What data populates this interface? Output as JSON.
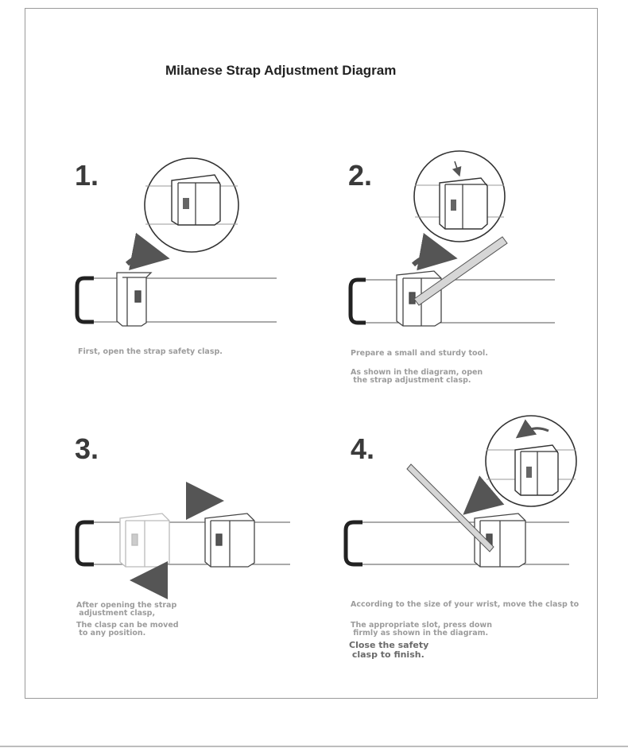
{
  "title": "Milanese Strap Adjustment Diagram",
  "steps": [
    {
      "number": "1.",
      "captions": [
        "First, open the strap safety clasp."
      ]
    },
    {
      "number": "2.",
      "captions": [
        "Prepare a small and sturdy tool.",
        "As shown in the diagram, open\n the strap adjustment clasp."
      ]
    },
    {
      "number": "3.",
      "captions": [
        "After opening the strap\n adjustment clasp,",
        "The clasp can be moved\n to any position."
      ]
    },
    {
      "number": "4.",
      "captions": [
        "According to the size of your wrist, move the clasp to",
        "The appropriate slot, press down\n firmly as shown in the diagram.",
        "Close the safety\n clasp to finish."
      ]
    }
  ]
}
